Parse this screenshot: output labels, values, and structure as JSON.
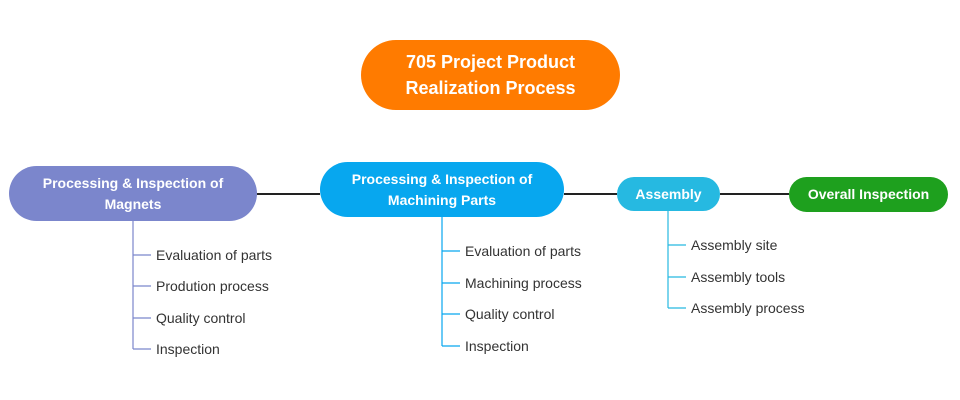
{
  "root": {
    "label": "705 Project Product\nRealization Process",
    "color": "#ff7b00"
  },
  "branches": [
    {
      "label": "Processing & Inspection of\nMagnets",
      "color": "#7b86cc",
      "children": [
        "Evaluation of parts",
        "Prodution process",
        "Quality control",
        "Inspection"
      ]
    },
    {
      "label": "Processing & Inspection of\nMachining Parts",
      "color": "#07a7ef",
      "children": [
        "Evaluation of parts",
        "Machining process",
        "Quality control",
        "Inspection"
      ]
    },
    {
      "label": "Assembly",
      "color": "#26b9e1",
      "children": [
        "Assembly site",
        "Assembly tools",
        "Assembly process"
      ]
    },
    {
      "label": "Overall Inspection",
      "color": "#1ea01e",
      "children": []
    }
  ],
  "colors": {
    "connector": "#222222"
  }
}
